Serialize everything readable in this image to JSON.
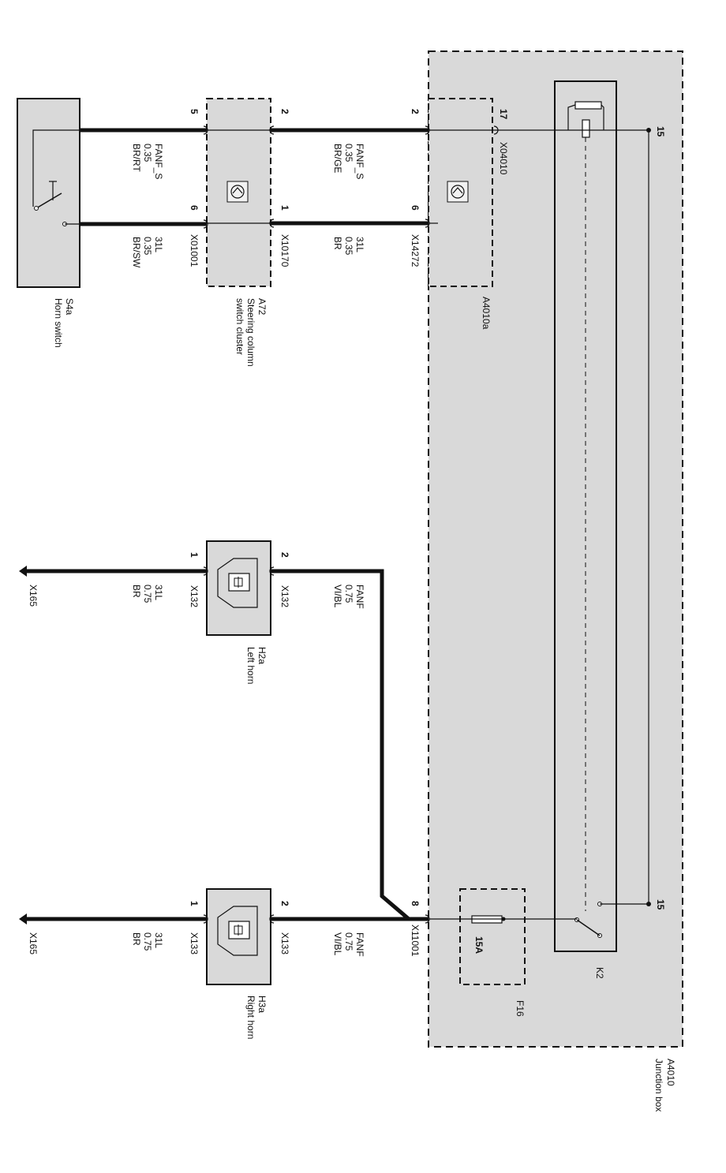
{
  "junction_box": {
    "code": "A4010",
    "name": "Junction box"
  },
  "module_a4010a": {
    "code": "A4010a",
    "connector_top": "X04010",
    "connector_bottom": "X14272",
    "pin_top_outer": "17",
    "pin_top_inner": "2",
    "pin_bottom": "6"
  },
  "relay": {
    "code": "K2",
    "terminal": "15"
  },
  "fuse": {
    "code": "F16",
    "rating": "15A",
    "connector": "X11001",
    "pin": "8"
  },
  "steering_cluster": {
    "code": "A72",
    "line1": "Steering column",
    "line2": "switch cluster",
    "connector_right": "X10170",
    "connector_left": "X01001",
    "pin_right_top": "2",
    "pin_right_bottom": "1",
    "pin_left_top": "5",
    "pin_left_bottom": "6"
  },
  "horn_switch": {
    "code": "S4a",
    "name": "Horn switch"
  },
  "left_horn": {
    "code": "H2a",
    "name": "Left horn",
    "connector": "X132",
    "pin_top": "2",
    "pin_bottom": "1"
  },
  "right_horn": {
    "code": "H3a",
    "name": "Right horn",
    "connector": "X133",
    "pin_top": "2",
    "pin_bottom": "1"
  },
  "ground_point": "X165",
  "wires": {
    "fanf_s_brge": {
      "signal": "FANF_S",
      "size": "0.35",
      "color": "BR/GE"
    },
    "l31_br_035": {
      "signal": "31L",
      "size": "0.35",
      "color": "BR"
    },
    "fanf_s_brrt": {
      "signal": "FANF_S",
      "size": "0.35",
      "color": "BR/RT"
    },
    "l31_brsw": {
      "signal": "31L",
      "size": "0.35",
      "color": "BR/SW"
    },
    "fanf_vibl_left": {
      "signal": "FANF",
      "size": "0.75",
      "color": "VI/BL"
    },
    "l31_br_left": {
      "signal": "31L",
      "size": "0.75",
      "color": "BR"
    },
    "fanf_vibl_right": {
      "signal": "FANF",
      "size": "0.75",
      "color": "VI/BL"
    },
    "l31_br_right": {
      "signal": "31L",
      "size": "0.75",
      "color": "BR"
    }
  },
  "colors": {
    "box_fill": "#d9d9d9",
    "line": "#111111"
  }
}
